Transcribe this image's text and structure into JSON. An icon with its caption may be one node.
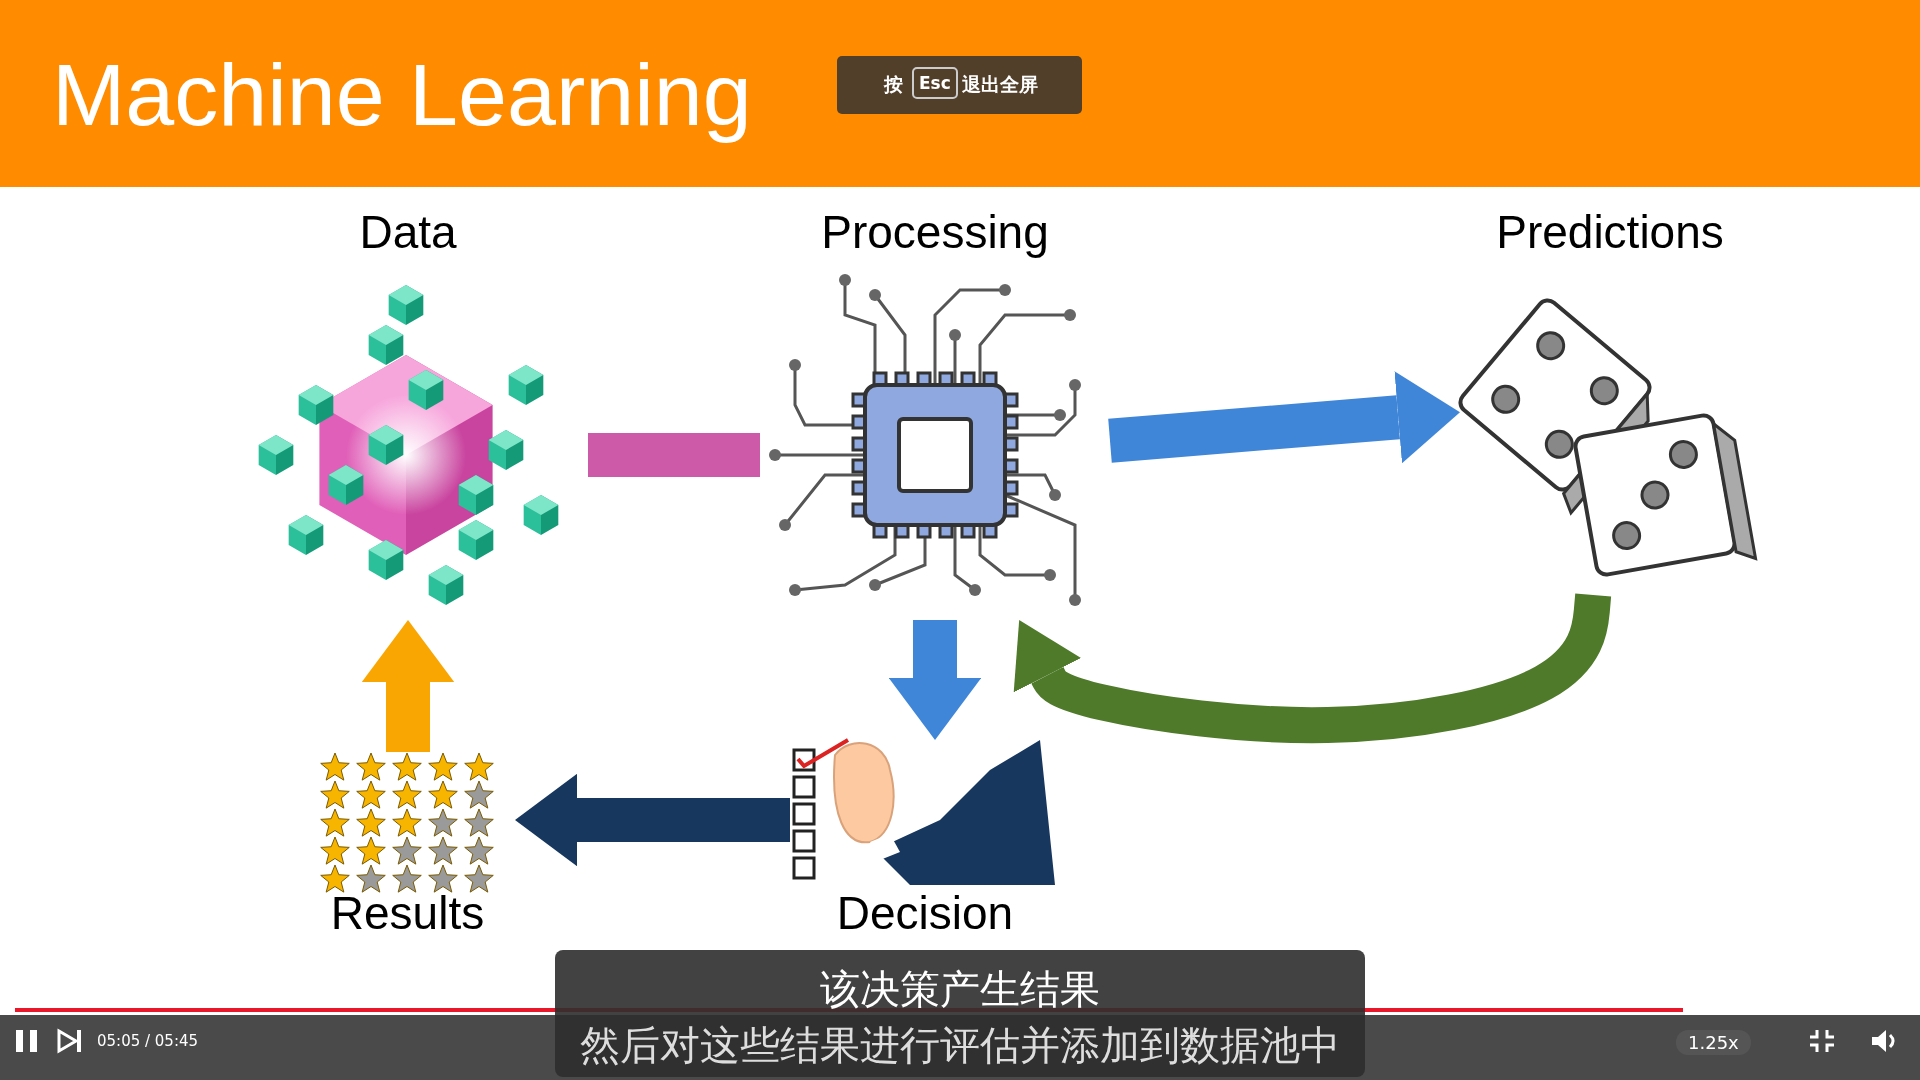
{
  "diagram": {
    "title": "Machine Learning",
    "nodes": [
      {
        "text": [
          "Data"
        ]
      },
      {
        "text": [
          "Processing"
        ]
      },
      {
        "text": [
          "Predictions"
        ]
      },
      {
        "text": [
          "Decision"
        ]
      },
      {
        "text": [
          "Results"
        ]
      }
    ],
    "edges": [
      {
        "from": 0,
        "to": 1,
        "arrow": "none",
        "color": "#cc5aa8"
      },
      {
        "from": 1,
        "to": 2,
        "arrow": "to",
        "color": "#3f86d8"
      },
      {
        "from": 2,
        "to": 1,
        "arrow": "to",
        "color": "#4e7a2a"
      },
      {
        "from": 1,
        "to": 3,
        "arrow": "to",
        "color": "#3f86d8"
      },
      {
        "from": 3,
        "to": 4,
        "arrow": "to",
        "color": "#17375e"
      },
      {
        "from": 4,
        "to": 0,
        "arrow": "to",
        "color": "#f9a602"
      }
    ],
    "labels": [
      "按",
      "Esc",
      "退出全屏",
      "该决策产生结果",
      "然后对这些结果进行评估并添加到数据池中",
      "05:05 / 05:45",
      "1.25x"
    ]
  }
}
